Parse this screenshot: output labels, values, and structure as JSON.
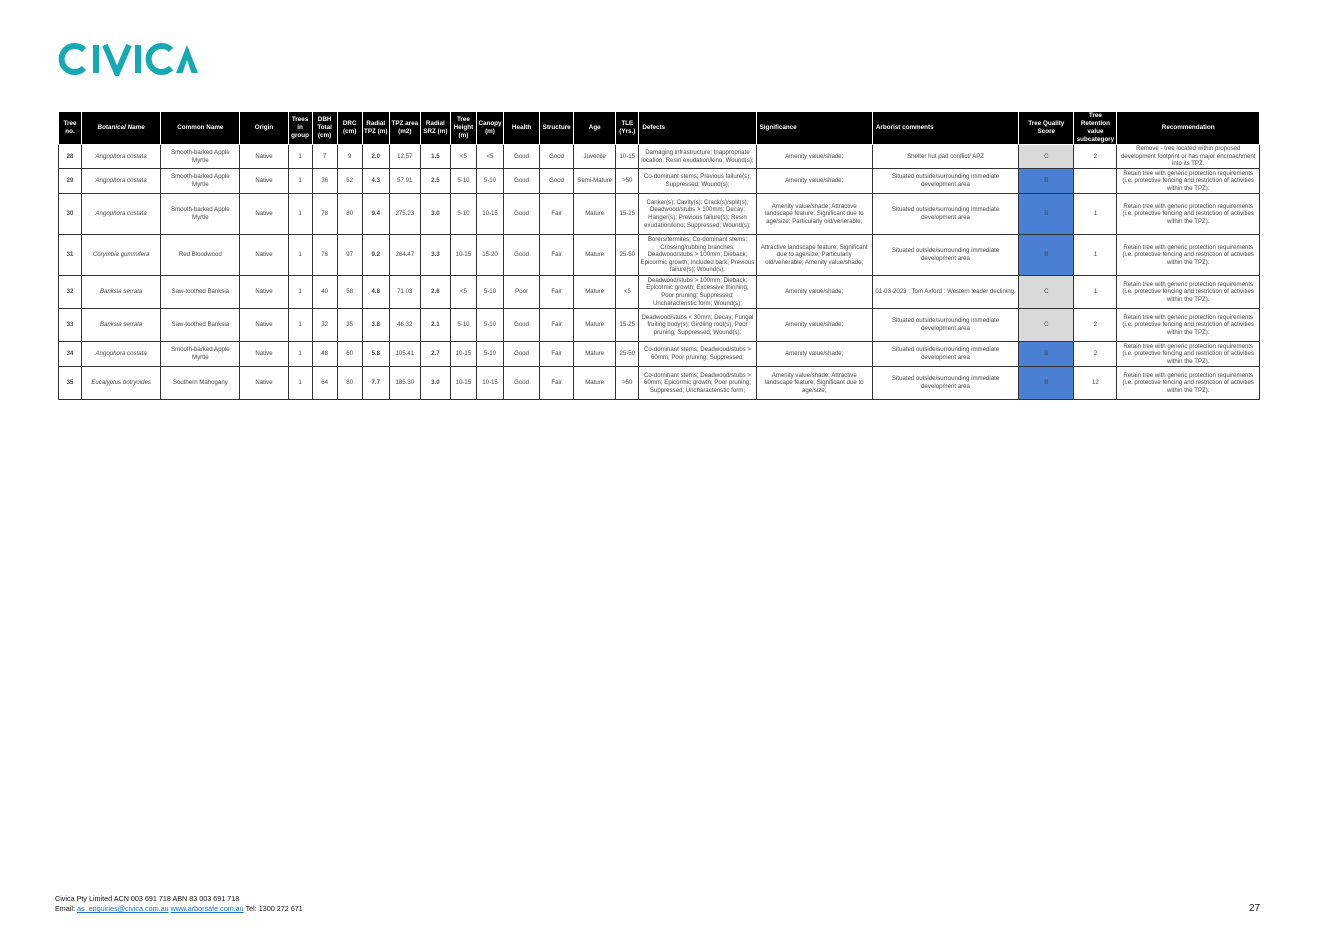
{
  "logo": {
    "text": "CIVICA",
    "color": "#15a9b5"
  },
  "table": {
    "headers": [
      "Tree no.",
      "Botanical Name",
      "Common Name",
      "Origin",
      "Trees in group",
      "DBH Total (cm)",
      "DRC (cm)",
      "Radial TPZ (m)",
      "TPZ area (m2)",
      "Radial SRZ (m)",
      "Tree Height (m)",
      "Canopy (m)",
      "Health",
      "Structure",
      "Age",
      "TLE (Yrs.)",
      "Defects",
      "Significance",
      "Arborist comments",
      "Tree Quality Score",
      "Tree Retention value subcategory",
      "Recommendation"
    ],
    "rows": [
      {
        "no": "28",
        "botanical": "Angophora costata",
        "common": "Smooth-barked Apple Myrtle",
        "origin": "Native",
        "group": "1",
        "dbh": "7",
        "drc": "9",
        "tpz": "2.0",
        "tpz_area": "12.57",
        "srz": "1.5",
        "height": "<5",
        "canopy": "<5",
        "health": "Good",
        "structure": "Good",
        "age": "Juvenile",
        "tle": "10-15",
        "defects": "Damaging infrastructure; Inappropriate location: Resin exudation/kino; Wound(s);",
        "significance": "Amenity value/shade;",
        "comments": "Shelter hut pad conflict/ APZ",
        "quality": "C",
        "retention": "2",
        "recommendation": "Remove - tree located within proposed development footprint or has major encroachment into its TPZ."
      },
      {
        "no": "29",
        "botanical": "Angophora costata",
        "common": "Smooth-barked Apple Myrtle",
        "origin": "Native",
        "group": "1",
        "dbh": "36",
        "drc": "52",
        "tpz": "4.3",
        "tpz_area": "57.91",
        "srz": "2.5",
        "height": "5-10",
        "canopy": "5-10",
        "health": "Good",
        "structure": "Good",
        "age": "Semi-Mature",
        "tle": ">50",
        "defects": "Co-dominant stems; Previous failure(s); Suppressed; Wound(s);",
        "significance": "Amenity value/shade;",
        "comments": "Situated outside/surrounding immediate development area",
        "quality": "B",
        "retention": "",
        "recommendation": "Retain tree with generic protection requirements (i.e. protective fencing and restriction of activities within the TPZ)."
      },
      {
        "no": "30",
        "botanical": "Angophora costata",
        "common": "Smooth-barked Apple Myrtle",
        "origin": "Native",
        "group": "1",
        "dbh": "78",
        "drc": "80",
        "tpz": "9.4",
        "tpz_area": "275.23",
        "srz": "3.0",
        "height": "5-10",
        "canopy": "10-15",
        "health": "Good",
        "structure": "Fair",
        "age": "Mature",
        "tle": "15-25",
        "defects": "Canker(s); Cavity(s); Crack(s)/split(s); Deadwood/stubs > 100mm; Decay; Hanger(s); Previous failure(s); Resin exudation/kino; Suppressed; Wound(s);",
        "significance": "Amenity value/shade; Attractive landscape feature; Significant due to age/size; Particularly old/venerable;",
        "comments": "Situated outside/surrounding immediate development area",
        "quality": "B",
        "retention": "1",
        "recommendation": "Retain tree with generic protection requirements (i.e. protective fencing and restriction of activities within the TPZ)."
      },
      {
        "no": "31",
        "botanical": "Corymbia gummifera",
        "common": "Red Bloodwood",
        "origin": "Native",
        "group": "1",
        "dbh": "76",
        "drc": "97",
        "tpz": "9.2",
        "tpz_area": "264.47",
        "srz": "3.3",
        "height": "10-15",
        "canopy": "15-20",
        "health": "Good",
        "structure": "Fair",
        "age": "Mature",
        "tle": "25-50",
        "defects": "Borers/termites; Co-dominant stems; Crossing/rubbing branches; Deadwood/stubs > 100mm; Dieback; Epicormic growth; Included bark; Previous failure(s); Wound(s);",
        "significance": "Attractive landscape feature; Significant due to age/size; Particularly old/venerable; Amenity value/shade;",
        "comments": "Situated outside/surrounding immediate development area",
        "quality": "B",
        "retention": "1",
        "recommendation": "Retain tree with generic protection requirements (i.e. protective fencing and restriction of activities within the TPZ)."
      },
      {
        "no": "32",
        "botanical": "Banksia serrata",
        "common": "Saw-toothed Banksia",
        "origin": "Native",
        "group": "1",
        "dbh": "40",
        "drc": "58",
        "tpz": "4.8",
        "tpz_area": "71.03",
        "srz": "2.6",
        "height": "<5",
        "canopy": "5-10",
        "health": "Poor",
        "structure": "Fair",
        "age": "Mature",
        "tle": "<5",
        "defects": "Deadwood/stubs > 100mm; Dieback; Epicormic growth; Excessive thinning; Poor pruning; Suppressed; Uncharacteristic form; Wound(s);",
        "significance": "Amenity value/shade;",
        "comments": "01-03-2023 : Tom Axford : Western leader declining.",
        "quality": "C",
        "retention": "1",
        "recommendation": "Retain tree with generic protection requirements (i.e. protective fencing and restriction of activities within the TPZ)."
      },
      {
        "no": "33",
        "botanical": "Banksia serrata",
        "common": "Saw-toothed Banksia",
        "origin": "Native",
        "group": "1",
        "dbh": "32",
        "drc": "35",
        "tpz": "3.8",
        "tpz_area": "46.32",
        "srz": "2.1",
        "height": "5-10",
        "canopy": "5-10",
        "health": "Good",
        "structure": "Fair",
        "age": "Mature",
        "tle": "15-25",
        "defects": "Deadwood/stubs < 30mm; Decay; Fungal fruiting body(s); Girdling root(s); Poor pruning; Suppressed; Wound(s);",
        "significance": "Amenity value/shade;",
        "comments": "Situated outside/surrounding immediate development area",
        "quality": "C",
        "retention": "2",
        "recommendation": "Retain tree with generic protection requirements (i.e. protective fencing and restriction of activities within the TPZ)."
      },
      {
        "no": "34",
        "botanical": "Angophora costata",
        "common": "Smooth-barked Apple Myrtle",
        "origin": "Native",
        "group": "1",
        "dbh": "48",
        "drc": "60",
        "tpz": "5.8",
        "tpz_area": "105.41",
        "srz": "2.7",
        "height": "10-15",
        "canopy": "5-10",
        "health": "Good",
        "structure": "Fair",
        "age": "Mature",
        "tle": "25-50",
        "defects": "Co-dominant stems; Deadwood/stubs > 60mm; Poor pruning; Suppressed;",
        "significance": "Amenity value/shade;",
        "comments": "Situated outside/surrounding immediate development area",
        "quality": "B",
        "retention": "2",
        "recommendation": "Retain tree with generic protection requirements (i.e. protective fencing and restriction of activities within the TPZ)."
      },
      {
        "no": "35",
        "botanical": "Eucalyptus botryoides",
        "common": "Southern Mahogany",
        "origin": "Native",
        "group": "1",
        "dbh": "64",
        "drc": "80",
        "tpz": "7.7",
        "tpz_area": "185.30",
        "srz": "3.0",
        "height": "10-15",
        "canopy": "10-15",
        "health": "Good",
        "structure": "Fair",
        "age": "Mature",
        "tle": ">50",
        "defects": "Co-dominant stems; Deadwood/stubs > 60mm; Epicormic growth; Poor pruning; Suppressed; Uncharacteristic form;",
        "significance": "Amenity value/shade; Attractive landscape feature; Significant due to age/size;",
        "comments": "Situated outside/surrounding immediate development area",
        "quality": "B",
        "retention": "12",
        "recommendation": "Retain tree with generic protection requirements (i.e. protective fencing and restriction of activities within the TPZ)."
      }
    ]
  },
  "footer": {
    "company": "Civica Pty Limited ACN 003 691 718 ABN 83 003 691 718",
    "email_label": "Email:",
    "email1": "as_enquiries@civica.com.au",
    "email2": "www.arborsafe.com.au",
    "tel": "Tel: 1300 272 671"
  },
  "page_number": "27"
}
